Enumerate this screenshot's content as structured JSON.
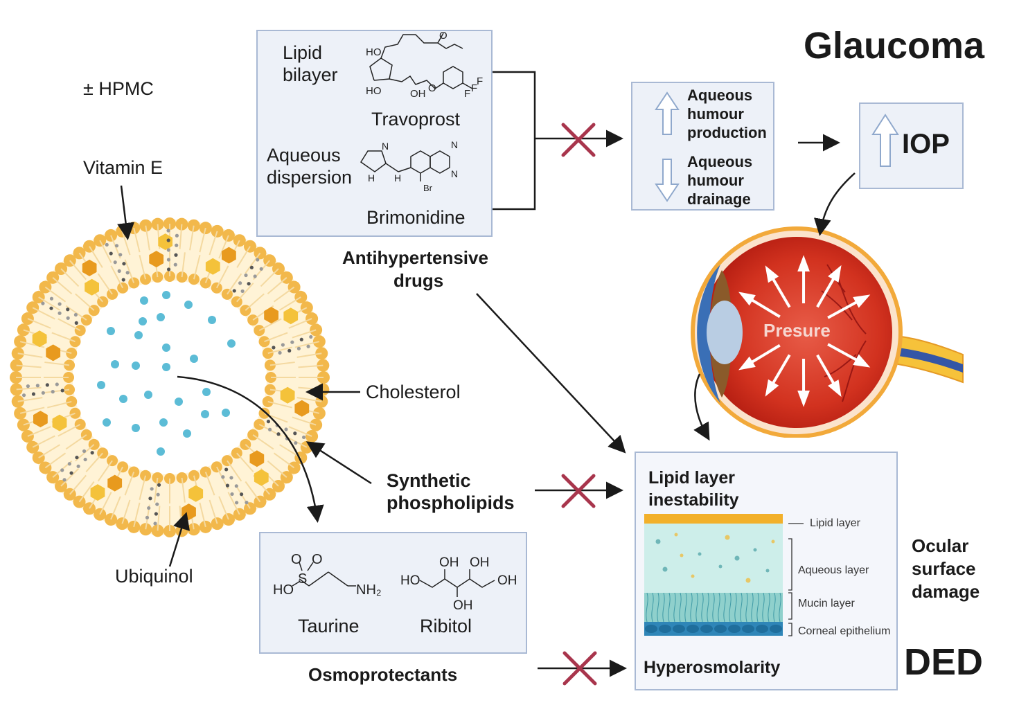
{
  "title_glaucoma": "Glaucoma",
  "title_ded": "DED",
  "hpmc": "± HPMC",
  "liposome": {
    "vitamin_e": "Vitamin E",
    "cholesterol": "Cholesterol",
    "phospholipids": "Synthetic phospholipids",
    "phospholipids_line1": "Synthetic",
    "phospholipids_line2": "phospholipids",
    "ubiquinol": "Ubiquinol"
  },
  "drugs_box": {
    "lipid_bilayer_1": "Lipid",
    "lipid_bilayer_2": "bilayer",
    "aqueous_dispersion_1": "Aqueous",
    "aqueous_dispersion_2": "dispersion",
    "travoprost": "Travoprost",
    "brimonidine": "Brimonidine",
    "caption_1": "Antihypertensive",
    "caption_2": "drugs"
  },
  "osmo_box": {
    "taurine": "Taurine",
    "ribitol": "Ribitol",
    "caption": "Osmoprotectants"
  },
  "aqueous_box": {
    "production_1": "Aqueous",
    "production_2": "humour",
    "production_3": "production",
    "drainage_1": "Aqueous",
    "drainage_2": "humour",
    "drainage_3": "drainage"
  },
  "iop": "IOP",
  "eye_label": "Presure",
  "ded_box": {
    "title_1": "Lipid layer",
    "title_2": "inestability",
    "lipid_layer": "Lipid layer",
    "aqueous_layer": "Aqueous layer",
    "mucin_layer": "Mucin layer",
    "corneal_epithelium": "Corneal epithelium",
    "hyperosmolarity": "Hyperosmolarity"
  },
  "ocular_1": "Ocular",
  "ocular_2": "surface",
  "ocular_3": "damage",
  "chem_labels": {
    "ho": "HO",
    "oh": "OH",
    "o": "O",
    "f": "F",
    "n": "N",
    "h": "H",
    "br": "Br",
    "s": "S",
    "nh2": "NH₂"
  },
  "colors": {
    "box_fill": "#edf1f8",
    "box_border": "#a9b9d4",
    "cross": "#a8354c",
    "liposome_orange": "#f2b84b",
    "hexagon_dark": "#e89a1e",
    "water_dot": "#5cbcd6"
  }
}
